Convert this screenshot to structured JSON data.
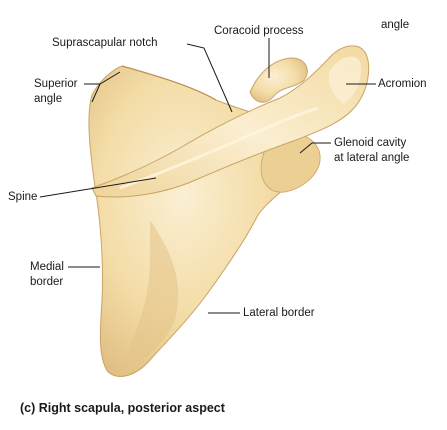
{
  "labels": {
    "angle": "angle",
    "coracoid_process": "Coracoid process",
    "suprascapular_notch": "Suprascapular notch",
    "acromion": "Acromion",
    "superior_angle_line1": "Superior",
    "superior_angle_line2": "angle",
    "glenoid_line1": "Glenoid cavity",
    "glenoid_line2": "at lateral angle",
    "spine": "Spine",
    "medial_border_line1": "Medial",
    "medial_border_line2": "border",
    "lateral_border": "Lateral border"
  },
  "caption": "(c) Right scapula, posterior aspect",
  "colors": {
    "bone_base": "#f2d9a0",
    "bone_highlight": "#faeccb",
    "bone_shadow": "#d9b77a",
    "leader_line": "#1a1a1a"
  }
}
